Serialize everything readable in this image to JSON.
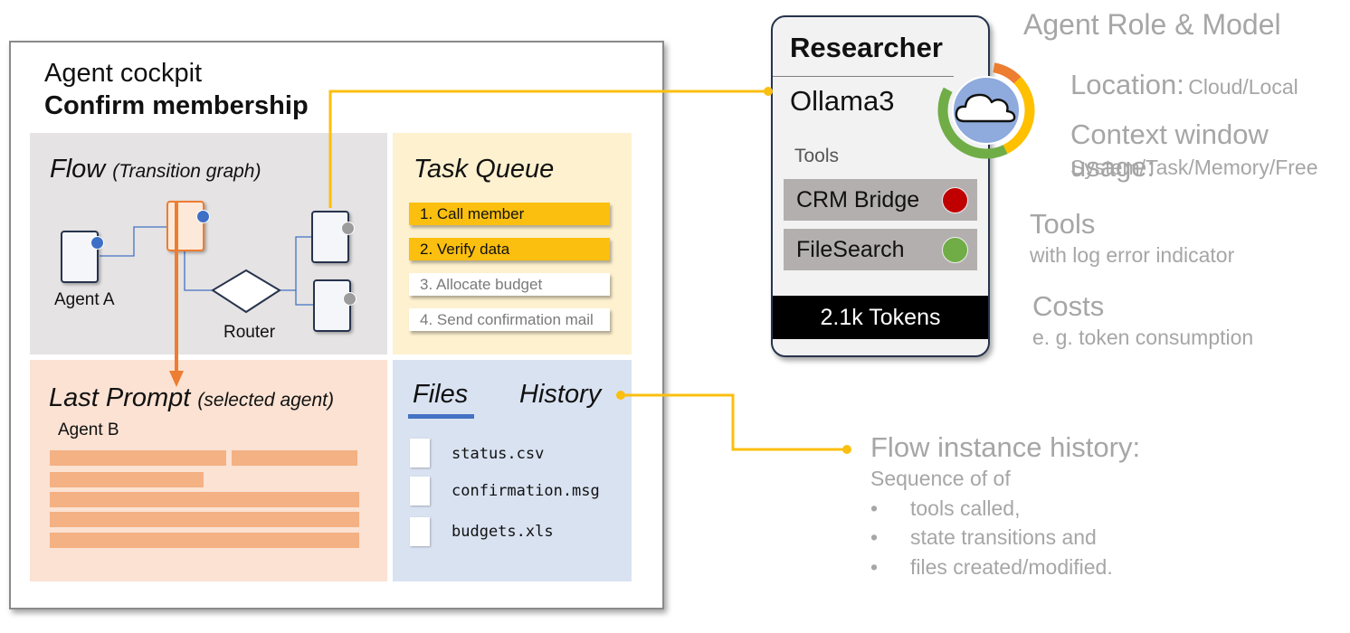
{
  "cockpit": {
    "title": "Agent cockpit",
    "subtitle": "Confirm membership",
    "flow": {
      "title": "Flow",
      "subtitle": "(Transition graph)",
      "agent_a_label": "Agent A",
      "router_label": "Router"
    },
    "task_queue": {
      "title": "Task Queue",
      "tasks": [
        {
          "label": "1. Call member",
          "state": "active"
        },
        {
          "label": "2. Verify data",
          "state": "active"
        },
        {
          "label": "3. Allocate budget",
          "state": "pending"
        },
        {
          "label": "4. Send confirmation mail",
          "state": "pending"
        }
      ]
    },
    "last_prompt": {
      "title": "Last Prompt",
      "subtitle": "(selected agent)",
      "agent_label": "Agent B"
    },
    "files_panel": {
      "files_tab": "Files",
      "history_tab": "History",
      "files": [
        "status.csv",
        "confirmation.msg",
        "budgets.xls"
      ]
    }
  },
  "agent_card": {
    "role": "Researcher",
    "model": "Ollama3",
    "tools_label": "Tools",
    "tools": [
      {
        "name": "CRM Bridge",
        "status": "error",
        "color": "#c00000"
      },
      {
        "name": "FileSearch",
        "status": "ok",
        "color": "#70ad47"
      }
    ],
    "tokens": "2.1k Tokens",
    "location_icon": "cloud-icon",
    "context_usage": [
      {
        "segment": "System",
        "fraction": 0.1,
        "color": "#ed7d31"
      },
      {
        "segment": "Task",
        "fraction": 0.3,
        "color": "#ffc000"
      },
      {
        "segment": "Memory",
        "fraction": 0.4,
        "color": "#70ad47"
      }
    ]
  },
  "legend": {
    "role_model": "Agent Role & Model",
    "location_label": "Location:",
    "location_value": "Cloud/Local",
    "context_label": "Context window usage:",
    "context_value": "System/Task/Memory/Free",
    "tools_title": "Tools",
    "tools_desc": "with log error indicator",
    "costs_title": "Costs",
    "costs_desc": "e. g. token consumption",
    "history_title": "Flow instance history:",
    "history_desc": "Sequence of of",
    "history_items": [
      "tools called,",
      "state transitions and",
      "files created/modified."
    ]
  },
  "colors": {
    "connector": "#fbbf0f",
    "selection_arrow": "#ed7d31",
    "files_underline": "#4472c4"
  }
}
